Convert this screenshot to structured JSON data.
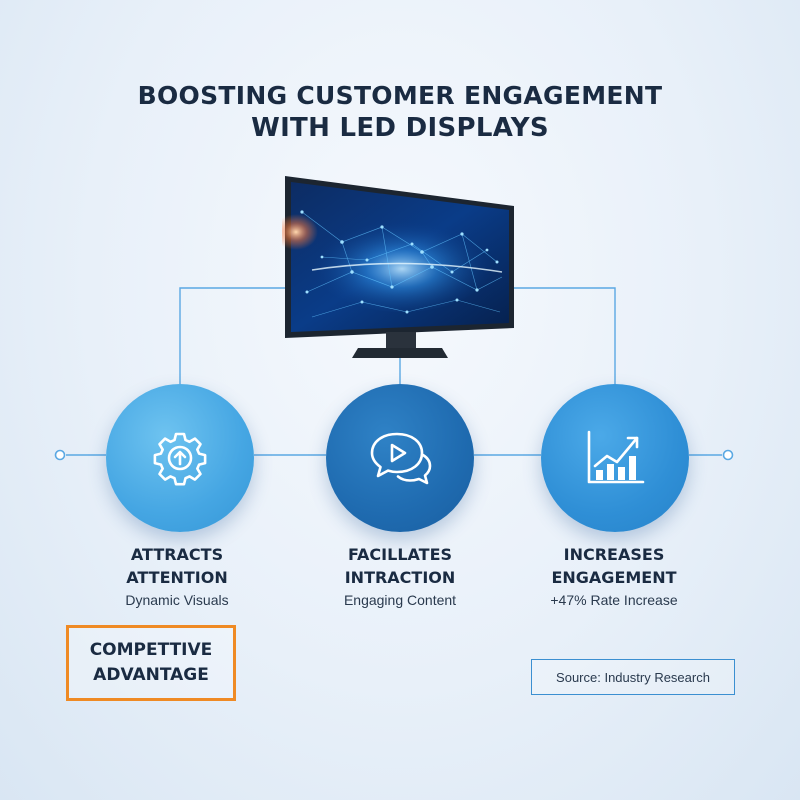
{
  "title": {
    "line1": "BOOSTING CUSTOMER ENGAGEMENT",
    "line2": "WITH LED DISPLAYS"
  },
  "colors": {
    "title_text": "#1a2b42",
    "connector_line": "#5aa8e3",
    "circle_attracts": "#45a6e3",
    "circle_facilitates": "#1f6bb0",
    "circle_increases": "#2f8fd6",
    "advantage_border": "#ef8a24",
    "source_border": "#3b8fd1"
  },
  "features": [
    {
      "icon": "gear-arrow-up-icon",
      "title_line1": "ATTRACTS",
      "title_line2": "ATTENTION",
      "subtitle": "Dynamic Visuals"
    },
    {
      "icon": "chat-play-icon",
      "title_line1": "FACILLATES",
      "title_line2": "INTRACTION",
      "subtitle": "Engaging Content"
    },
    {
      "icon": "growth-chart-icon",
      "title_line1": "INCREASES",
      "title_line2": "ENGAGEMENT",
      "subtitle": "+47% Rate Increase"
    }
  ],
  "advantage": {
    "line1": "COMPETTIVE",
    "line2": "ADVANTAGE"
  },
  "source": "Source: Industry Research"
}
